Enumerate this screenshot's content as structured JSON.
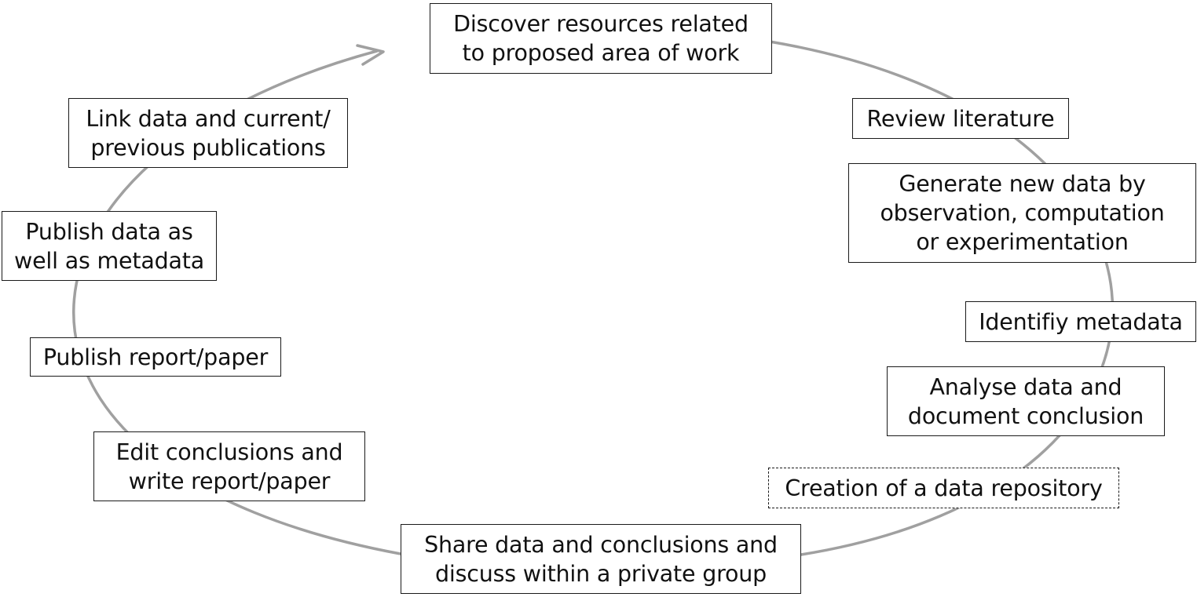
{
  "colors": {
    "cycle_line": "#a0a0a0",
    "box_border": "#1a1a1a",
    "text": "#111111",
    "background": "#ffffff"
  },
  "cycle": {
    "direction": "clockwise",
    "arrowhead": "open-chevron"
  },
  "steps": [
    {
      "id": "discover-resources",
      "lines": [
        "Discover resources related",
        "to proposed area of work"
      ],
      "border": "solid"
    },
    {
      "id": "review-literature",
      "lines": [
        "Review literature"
      ],
      "border": "solid"
    },
    {
      "id": "generate-new-data",
      "lines": [
        "Generate new data by",
        "observation, computation",
        "or experimentation"
      ],
      "border": "solid"
    },
    {
      "id": "identify-metadata",
      "lines": [
        "Identifiy metadata"
      ],
      "border": "solid"
    },
    {
      "id": "analyse-data",
      "lines": [
        "Analyse data and",
        "document conclusion"
      ],
      "border": "solid"
    },
    {
      "id": "creation-data-repository",
      "lines": [
        "Creation of a data repository"
      ],
      "border": "dashed"
    },
    {
      "id": "share-data",
      "lines": [
        "Share data and conclusions and",
        "discuss within a private group"
      ],
      "border": "solid"
    },
    {
      "id": "edit-conclusions",
      "lines": [
        "Edit conclusions and",
        "write report/paper"
      ],
      "border": "solid"
    },
    {
      "id": "publish-report",
      "lines": [
        "Publish report/paper"
      ],
      "border": "solid"
    },
    {
      "id": "publish-data-metadata",
      "lines": [
        "Publish data as",
        "well as metadata"
      ],
      "border": "solid"
    },
    {
      "id": "link-data-publications",
      "lines": [
        "Link data and current/",
        "previous publications"
      ],
      "border": "solid"
    }
  ]
}
